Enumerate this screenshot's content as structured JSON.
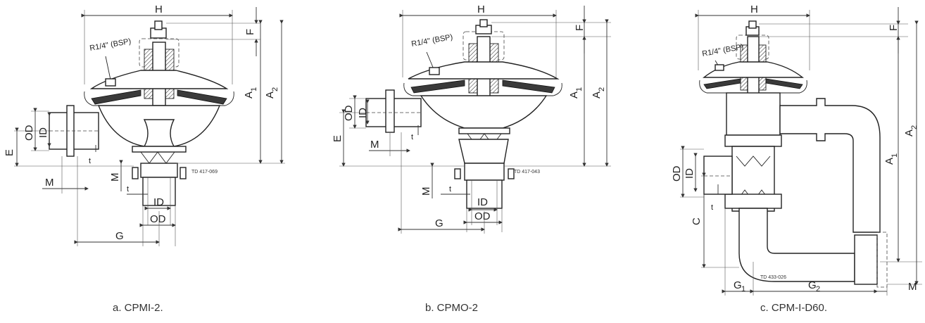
{
  "figures": [
    {
      "caption": "a.   CPMI-2.",
      "ref": "TD 417-069",
      "thread": "R1/4\" (BSP)",
      "dims": {
        "H": "H",
        "F": "F",
        "A1": "A",
        "A1sub": "1",
        "A2": "A",
        "A2sub": "2",
        "E": "E",
        "OD": "OD",
        "ID": "ID",
        "t": "t",
        "M": "M",
        "M2": "M",
        "t2": "t",
        "ID2": "ID",
        "OD2": "OD",
        "G": "G"
      }
    },
    {
      "caption": "b.   CPMO-2",
      "ref": "TD 417-043",
      "thread": "R1/4\" (BSP)",
      "dims": {
        "H": "H",
        "F": "F",
        "A1": "A",
        "A1sub": "1",
        "A2": "A",
        "A2sub": "2",
        "E": "E",
        "OD": "OD",
        "ID": "ID",
        "t": "t",
        "M": "M",
        "M2": "M",
        "t2": "t",
        "ID2": "ID",
        "OD2": "OD",
        "G": "G"
      }
    },
    {
      "caption": "c.   CPM-I-D60.",
      "ref": "TD 433-026",
      "thread": "R1/4\" (BSP)",
      "dims": {
        "H": "H",
        "F": "F",
        "A1": "A",
        "A1sub": "1",
        "A2": "A",
        "A2sub": "2",
        "OD": "OD",
        "ID": "ID",
        "t": "t",
        "C": "C",
        "G1": "G",
        "G1sub": "1",
        "G2": "G",
        "G2sub": "2",
        "M": "M"
      }
    }
  ],
  "colors": {
    "line": "#222222",
    "rubber": "#3a3a3a",
    "background": "#ffffff"
  }
}
